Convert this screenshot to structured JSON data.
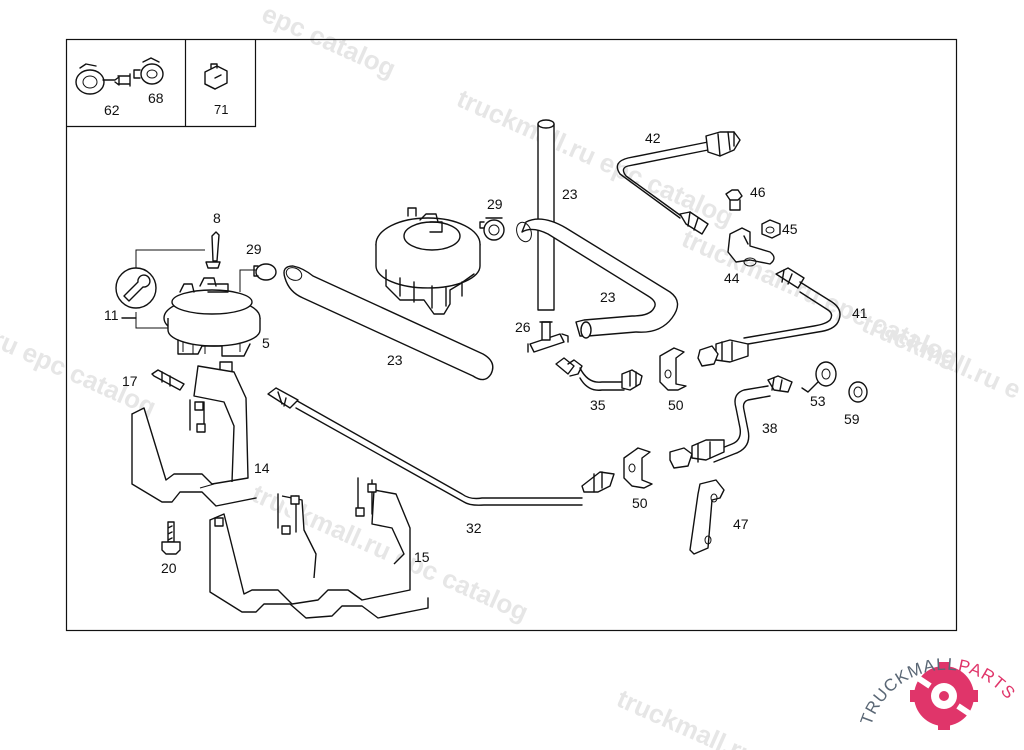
{
  "watermarks": [
    "epc catalog",
    "truckmall.ru epc catalog",
    "truckmall.ru epc catalog",
    "truckmall.ru e",
    "ru epc catalog",
    "truckmall.ru epc catalog",
    "truckmall.ru"
  ],
  "inset_labels": [
    "62",
    "68",
    "71"
  ],
  "callouts": {
    "p8": "8",
    "p29a": "29",
    "p11": "11",
    "p5": "5",
    "p17": "17",
    "p14": "14",
    "p20": "20",
    "p15": "15",
    "p23a": "23",
    "p32": "32",
    "p29b": "29",
    "p23b": "23",
    "p23c": "23",
    "p26": "26",
    "p35": "35",
    "p50a": "50",
    "p50b": "50",
    "p42": "42",
    "p46": "46",
    "p45": "45",
    "p44": "44",
    "p41": "41",
    "p53": "53",
    "p59": "59",
    "p38": "38",
    "p47": "47"
  },
  "logo": {
    "text_a": "TRUCKMALL",
    "text_b": "PARTS",
    "color_a": "#5a6775",
    "color_b": "#e0356a"
  }
}
